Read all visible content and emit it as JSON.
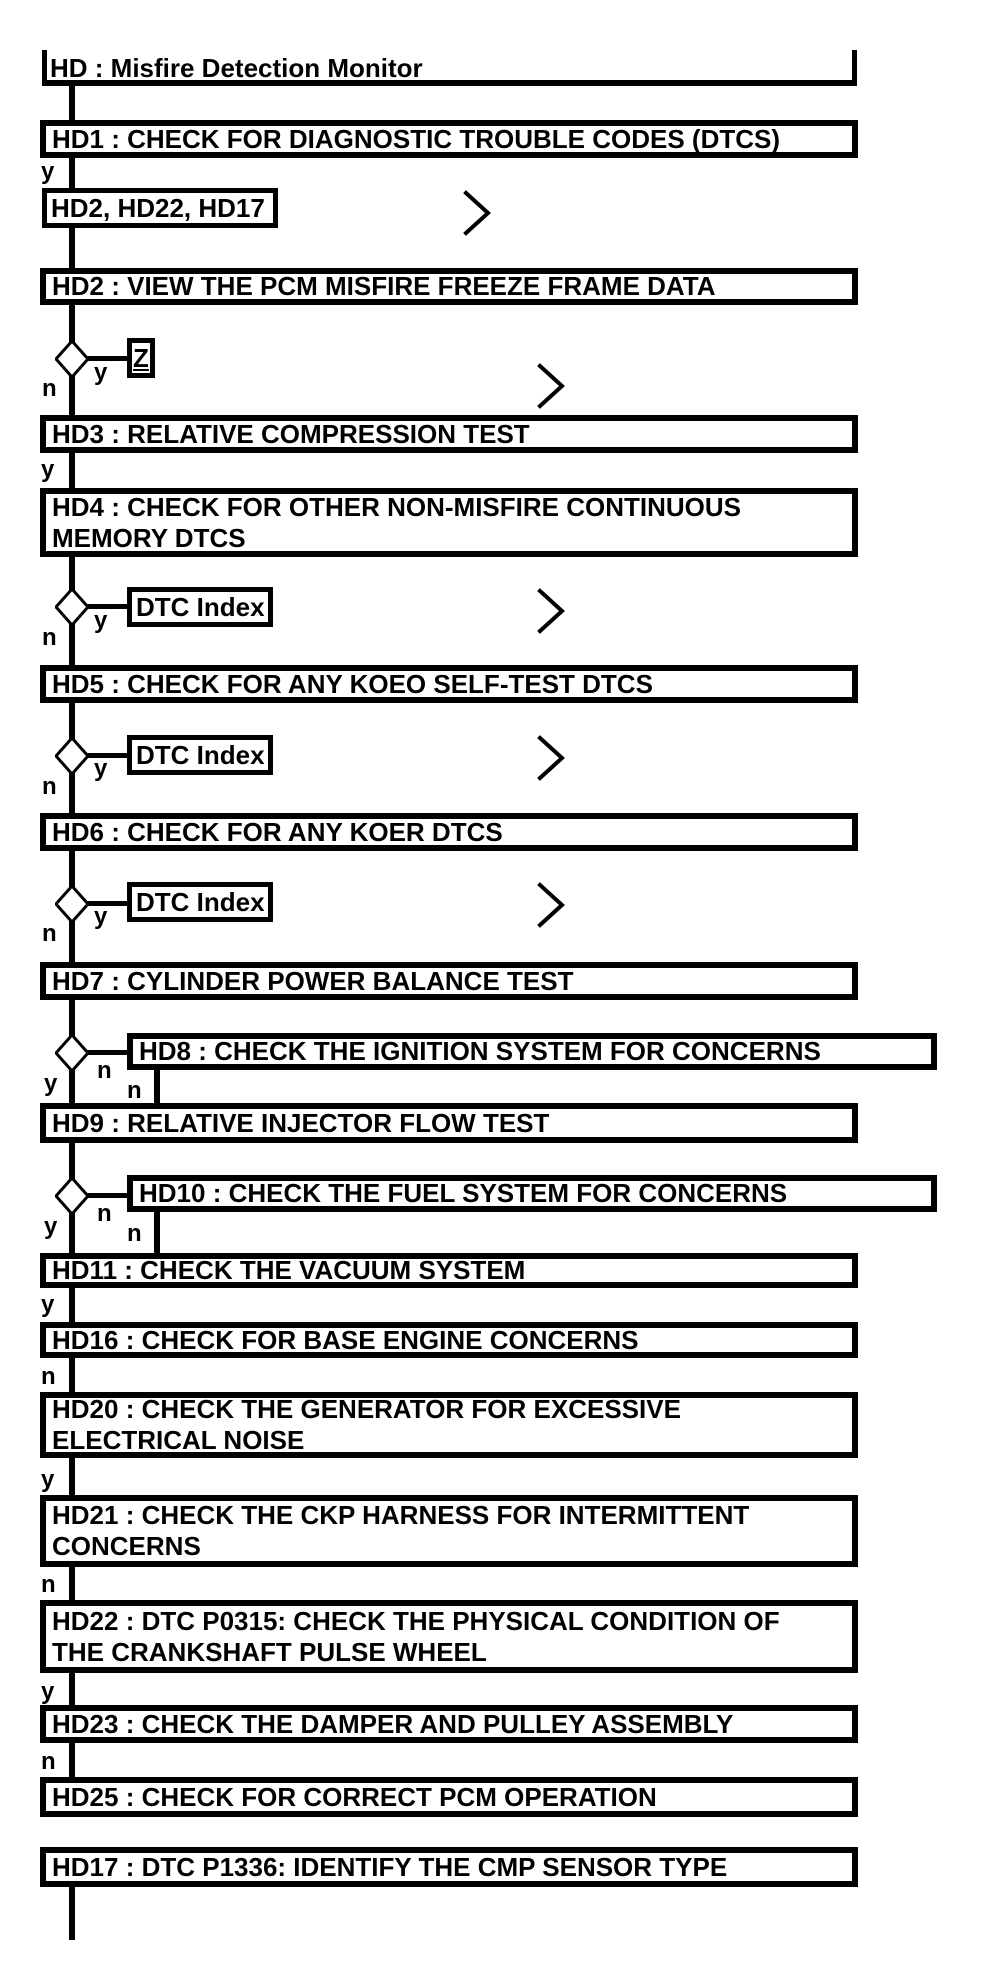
{
  "title": "HD : Misfire Detection Monitor",
  "branch_labels": {
    "yes": "y",
    "no": "n"
  },
  "references": {
    "hd1_targets": "HD2, HD22, HD17",
    "z_link": "Z",
    "dtc_index": "DTC Index"
  },
  "steps": {
    "hd1": "HD1 : CHECK FOR DIAGNOSTIC TROUBLE CODES (DTCS)",
    "hd2": "HD2 : VIEW THE PCM MISFIRE FREEZE FRAME DATA",
    "hd3": "HD3 : RELATIVE COMPRESSION TEST",
    "hd4": "HD4 : CHECK FOR OTHER NON-MISFIRE CONTINUOUS\nMEMORY DTCS",
    "hd5": "HD5 : CHECK FOR ANY KOEO SELF-TEST DTCS",
    "hd6": "HD6 : CHECK FOR ANY KOER DTCS",
    "hd7": "HD7 : CYLINDER POWER BALANCE TEST",
    "hd8": "HD8 : CHECK THE IGNITION SYSTEM FOR CONCERNS",
    "hd9": "HD9 : RELATIVE INJECTOR FLOW TEST",
    "hd10": "HD10 : CHECK THE FUEL SYSTEM FOR CONCERNS",
    "hd11": "HD11 : CHECK THE VACUUM SYSTEM",
    "hd16": "HD16 : CHECK FOR BASE ENGINE CONCERNS",
    "hd20": "HD20 : CHECK THE GENERATOR FOR EXCESSIVE\nELECTRICAL NOISE",
    "hd21": "HD21 : CHECK THE CKP HARNESS FOR INTERMITTENT\nCONCERNS",
    "hd22": "HD22 : DTC P0315: CHECK THE PHYSICAL CONDITION OF\nTHE CRANKSHAFT PULSE WHEEL",
    "hd23": "HD23 : CHECK THE DAMPER AND PULLEY ASSEMBLY",
    "hd25": "HD25 : CHECK FOR CORRECT PCM OPERATION",
    "hd17": "HD17 : DTC P1336: IDENTIFY THE CMP SENSOR TYPE"
  },
  "colors": {
    "line": "#000000",
    "background": "#ffffff"
  }
}
